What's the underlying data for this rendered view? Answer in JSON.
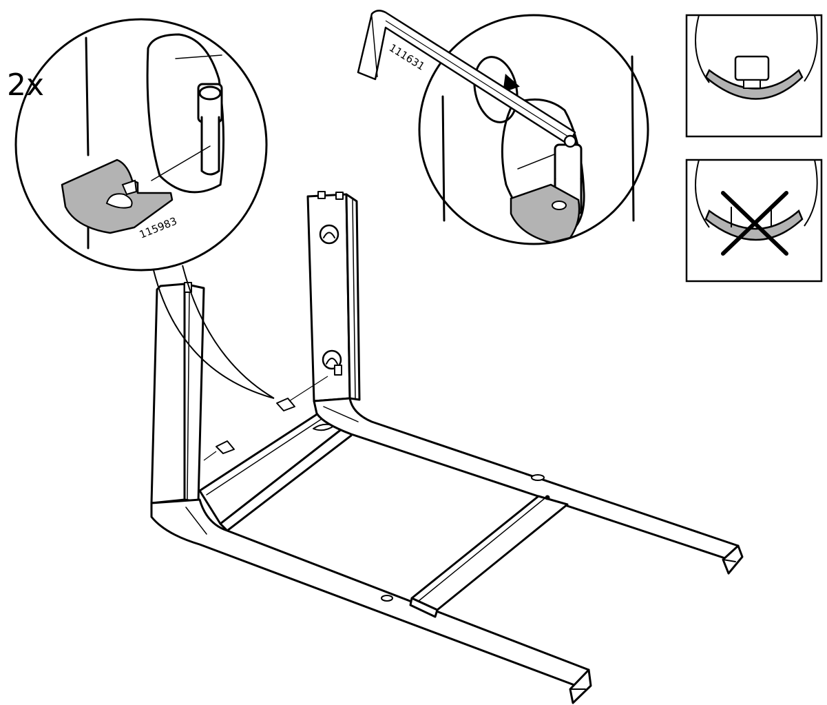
{
  "instruction": {
    "quantity_label": "2x",
    "parts": [
      {
        "part_number": "115983",
        "name": "bracket-clip"
      },
      {
        "part_number": "111631",
        "name": "hex-key"
      }
    ],
    "panels": {
      "correct": {
        "name": "correct-seating"
      },
      "incorrect": {
        "name": "incorrect-seating",
        "icon": "cross-icon"
      }
    }
  },
  "colors": {
    "line": "#000000",
    "part_fill": "#b3b3b3",
    "background": "#ffffff"
  }
}
